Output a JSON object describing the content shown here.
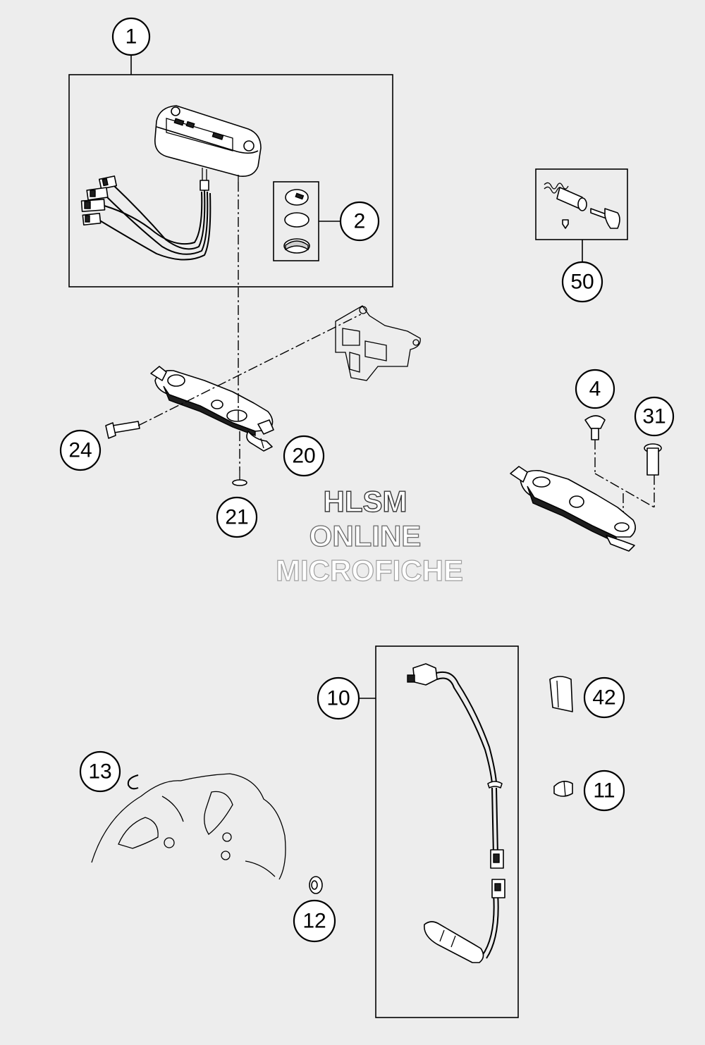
{
  "watermark": {
    "line1": "HLSM",
    "line2": "ONLINE",
    "line3": "MICROFICHE"
  },
  "callouts": {
    "c1": "1",
    "c2": "2",
    "c50": "50",
    "c4": "4",
    "c31": "31",
    "c24": "24",
    "c20": "20",
    "c21": "21",
    "c10": "10",
    "c42": "42",
    "c13": "13",
    "c11": "11",
    "c12": "12"
  },
  "colors": {
    "background": "#ededed",
    "line": "#000000",
    "callout_fill": "#ffffff"
  }
}
